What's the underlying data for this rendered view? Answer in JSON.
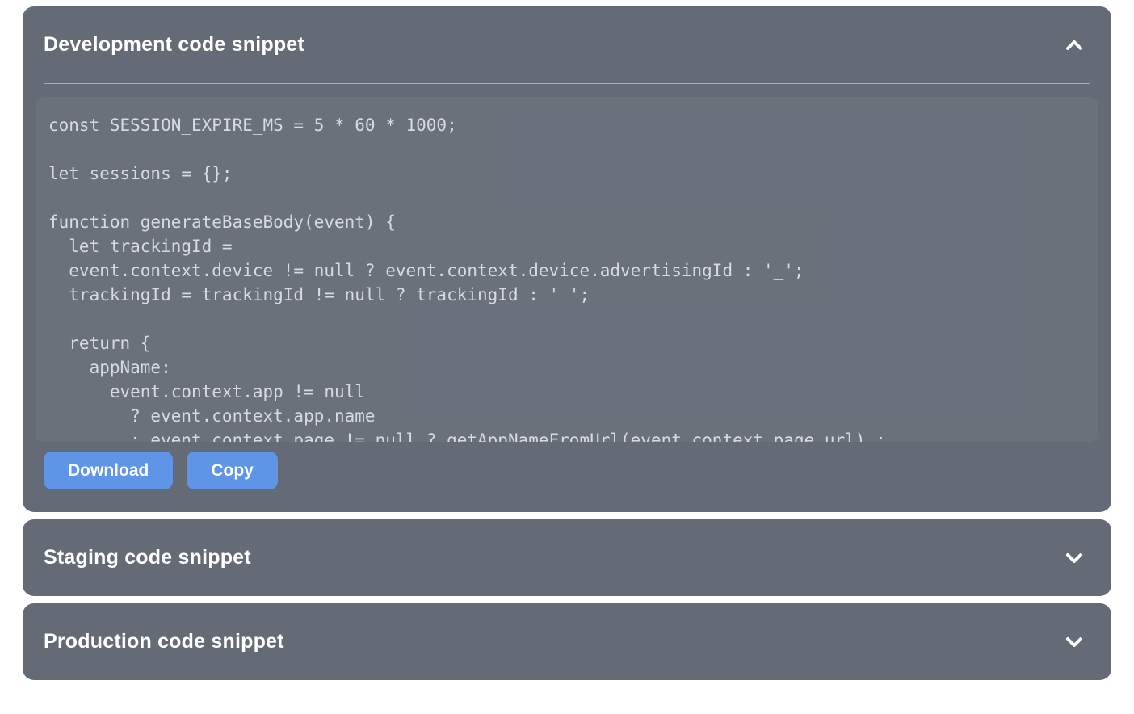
{
  "colors": {
    "page_bg": "#FFFFFF",
    "panel_bg": "#646B76",
    "title_text": "#FFFFFF",
    "divider": "#A7AEBA",
    "code_text": "#D7DBDF",
    "button_bg": "#5E95E7",
    "button_text": "#FFFFFF"
  },
  "panels": [
    {
      "title": "Development code snippet",
      "expanded": true,
      "chevron_icon": "chevron-up-icon",
      "code_lines": [
        "const SESSION_EXPIRE_MS = 5 * 60 * 1000;",
        "",
        "let sessions = {};",
        "",
        "function generateBaseBody(event) {",
        "  let trackingId =",
        "  event.context.device != null ? event.context.device.advertisingId : '_';",
        "  trackingId = trackingId != null ? trackingId : '_';",
        "",
        "  return {",
        "    appName:",
        "      event.context.app != null",
        "        ? event.context.app.name",
        "        : event.context.page != null ? getAppNameFromUrl(event.context.page.url) :"
      ],
      "buttons": [
        {
          "label": "Download"
        },
        {
          "label": "Copy"
        }
      ]
    },
    {
      "title": "Staging code snippet",
      "expanded": false,
      "chevron_icon": "chevron-down-icon"
    },
    {
      "title": "Production code snippet",
      "expanded": false,
      "chevron_icon": "chevron-down-icon"
    }
  ]
}
